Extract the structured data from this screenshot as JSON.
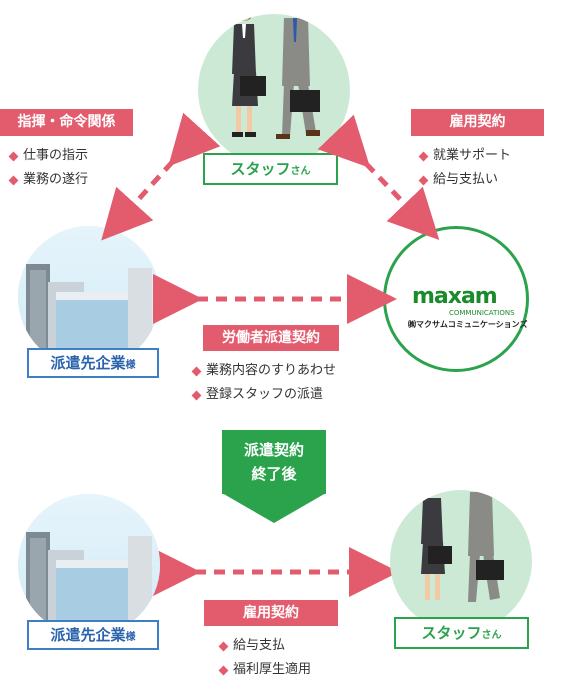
{
  "top_staff_label": {
    "main": "スタッフ",
    "honor": "さん"
  },
  "top_client_label": {
    "main": "派遣先企業",
    "honor": "様"
  },
  "maxam": {
    "logo": "maxam",
    "sub": "COMMUNICATIONS",
    "jp": "㈱マクサムコミュニケーションズ"
  },
  "left_tag": "指揮・命令関係",
  "left_bullets": [
    "仕事の指示",
    "業務の遂行"
  ],
  "right_tag": "雇用契約",
  "right_bullets": [
    "就業サポート",
    "給与支払い"
  ],
  "middle_tag": "労働者派遣契約",
  "middle_bullets": [
    "業務内容のすりあわせ",
    "登録スタッフの派遣"
  ],
  "transition": {
    "line1": "派遣契約",
    "line2": "終了後"
  },
  "bottom_client_label": {
    "main": "派遣先企業",
    "honor": "様"
  },
  "bottom_staff_label": {
    "main": "スタッフ",
    "honor": "さん"
  },
  "bottom_tag": "雇用契約",
  "bottom_bullets": [
    "給与支払",
    "福利厚生適用"
  ],
  "colors": {
    "green": "#2ba24c",
    "pink": "#e25c6e",
    "blue": "#3d7fc4"
  }
}
